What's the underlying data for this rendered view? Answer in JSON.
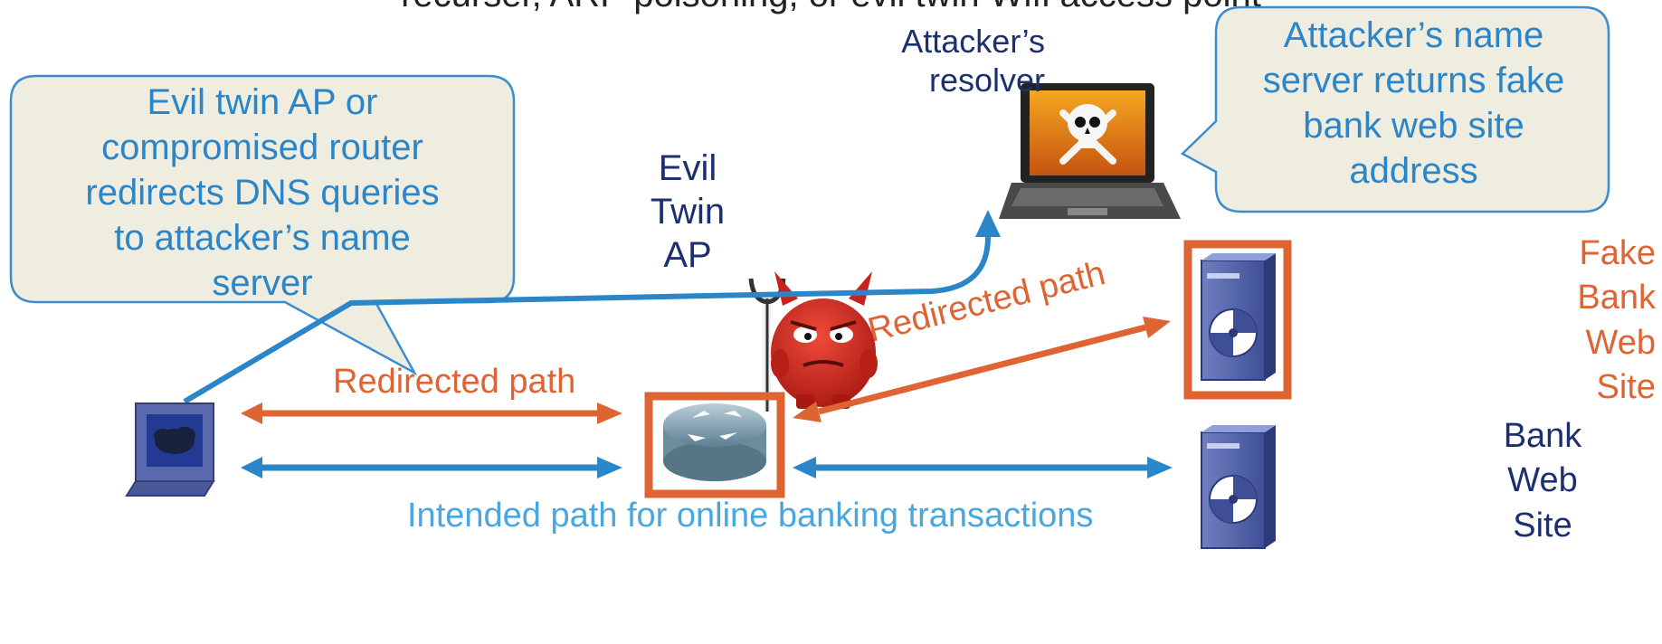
{
  "header": {
    "cut_text": "recurser, ARP poisoning, or evil twin Wifi access point"
  },
  "callouts": {
    "evil_twin": [
      "Evil twin AP or",
      "compromised router",
      "redirects DNS queries",
      "to attacker’s name",
      "server"
    ],
    "attacker_ns": [
      "Attacker’s name",
      "server returns fake",
      "bank web site",
      "address"
    ]
  },
  "labels": {
    "attacker_resolver": [
      "Attacker’s",
      "resolver"
    ],
    "evil_twin_ap": [
      "Evil",
      "Twin",
      "AP"
    ],
    "redirected_left": "Redirected path",
    "redirected_right": "Redirected path",
    "intended_path": "Intended path for online banking transactions",
    "fake_bank": [
      "Fake",
      "Bank",
      "Web",
      "Site"
    ],
    "bank": [
      "Bank",
      "Web",
      "Site"
    ]
  },
  "colors": {
    "callout_fill": "#eeede0",
    "callout_border": "#3b8dd0",
    "blue": "#2b86c9",
    "orange": "#df6433",
    "navy": "#1c2f6e",
    "light_blue": "#4aa6de"
  },
  "icons": [
    "client-computer-icon",
    "router-icon",
    "devil-icon",
    "laptop-skull-icon",
    "server-icon"
  ]
}
